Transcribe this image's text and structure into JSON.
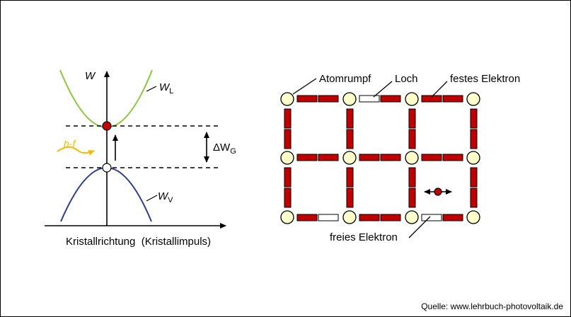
{
  "band_diagram": {
    "y_axis_label": "W",
    "conduction_label_main": "W",
    "conduction_label_sub": "L",
    "valence_label_main": "W",
    "valence_label_sub": "V",
    "photon_label": "h·f",
    "gap_label_main": "ΔW",
    "gap_label_sub": "G",
    "x_axis_label": "Kristallrichtung  (Kristallimpuls)"
  },
  "lattice_diagram": {
    "label_atomrumpf": "Atomrumpf",
    "label_loch": "Loch",
    "label_festes_elektron": "festes Elektron",
    "label_freies_elektron": "freies Elektron"
  },
  "source": "Quelle: www.lehrbuch-photovoltaik.de",
  "colors": {
    "conduction_band": "#8dc63f",
    "valence_band": "#2e3d8f",
    "electron": "#c00000",
    "photon": "#f5b800",
    "atom_core": "#ffffcc"
  }
}
